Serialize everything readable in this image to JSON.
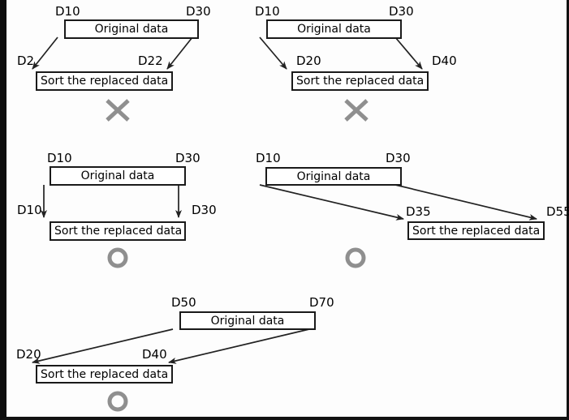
{
  "figure": {
    "background_color": "#fdfdfd",
    "frame_color": "#111111",
    "box_border_color": "#1a1a1a",
    "arrow_color": "#222222",
    "mark_color": "#8f8f8f",
    "original_box_label": "Original data",
    "sort_box_label": "Sort the replaced data"
  },
  "diagrams": [
    {
      "id": "case-1",
      "verdict": "cross",
      "verdict_symbol": "✕",
      "original": {
        "label": "Original data",
        "start": "D10",
        "end": "D30"
      },
      "sorted": {
        "label": "Sort the replaced data",
        "start": "D2",
        "end": "D22"
      }
    },
    {
      "id": "case-2",
      "verdict": "cross",
      "verdict_symbol": "✕",
      "original": {
        "label": "Original data",
        "start": "D10",
        "end": "D30"
      },
      "sorted": {
        "label": "Sort the replaced data",
        "start": "D20",
        "end": "D40"
      }
    },
    {
      "id": "case-3",
      "verdict": "circle",
      "verdict_symbol": "○",
      "original": {
        "label": "Original data",
        "start": "D10",
        "end": "D30"
      },
      "sorted": {
        "label": "Sort the replaced data",
        "start": "D10",
        "end": "D30"
      }
    },
    {
      "id": "case-4",
      "verdict": "circle",
      "verdict_symbol": "○",
      "original": {
        "label": "Original data",
        "start": "D10",
        "end": "D30"
      },
      "sorted": {
        "label": "Sort the replaced data",
        "start": "D35",
        "end": "D55"
      }
    },
    {
      "id": "case-5",
      "verdict": "circle",
      "verdict_symbol": "○",
      "original": {
        "label": "Original data",
        "start": "D50",
        "end": "D70"
      },
      "sorted": {
        "label": "Sort the replaced data",
        "start": "D20",
        "end": "D40"
      }
    }
  ]
}
